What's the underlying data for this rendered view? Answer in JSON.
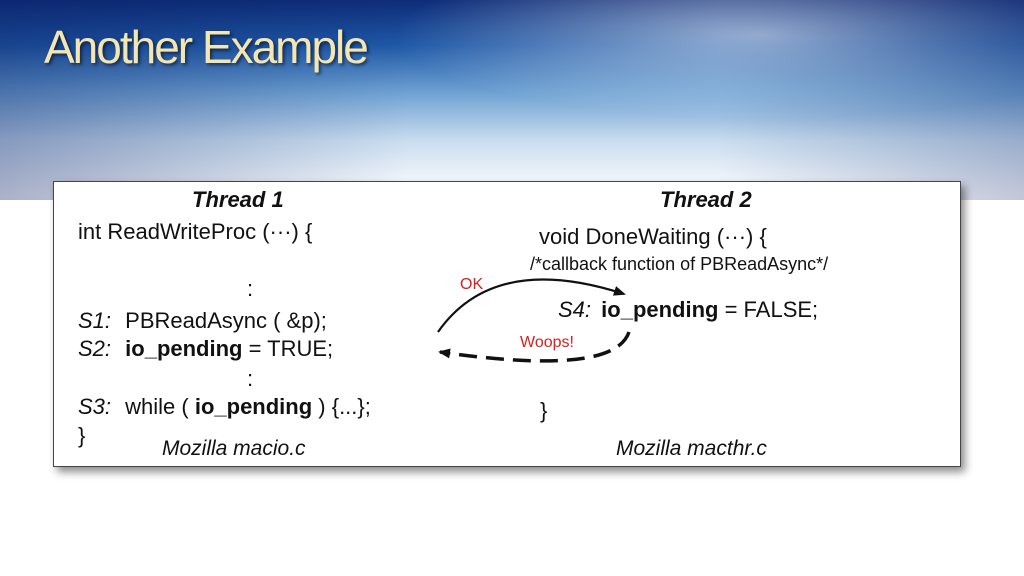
{
  "slide": {
    "title": "Another Example"
  },
  "diagram": {
    "thread1": {
      "heading": "Thread 1",
      "signature": "int ReadWriteProc (···)  {",
      "dots1": ":",
      "s1_label": "S1:",
      "s1_code": "PBReadAsync ( &p);",
      "s2_label": "S2:",
      "s2_var": "io_pending",
      "s2_rest": " = TRUE;",
      "dots2": ":",
      "s3_label": "S3:",
      "s3_pre": "while ( ",
      "s3_var": "io_pending",
      "s3_post": " ) {...};",
      "close": "}",
      "caption": "Mozilla macio.c"
    },
    "thread2": {
      "heading": "Thread 2",
      "signature": "void DoneWaiting (···) {",
      "comment": "/*callback function of PBReadAsync*/",
      "s4_label": "S4:",
      "s4_var": "io_pending",
      "s4_rest": " = FALSE;",
      "close": "}",
      "caption": "Mozilla macthr.c"
    },
    "arrows": {
      "ok_label": "OK",
      "woops_label": "Woops!"
    },
    "colors": {
      "annotation": "#d81e1e",
      "title": "#f4e6b0"
    }
  }
}
